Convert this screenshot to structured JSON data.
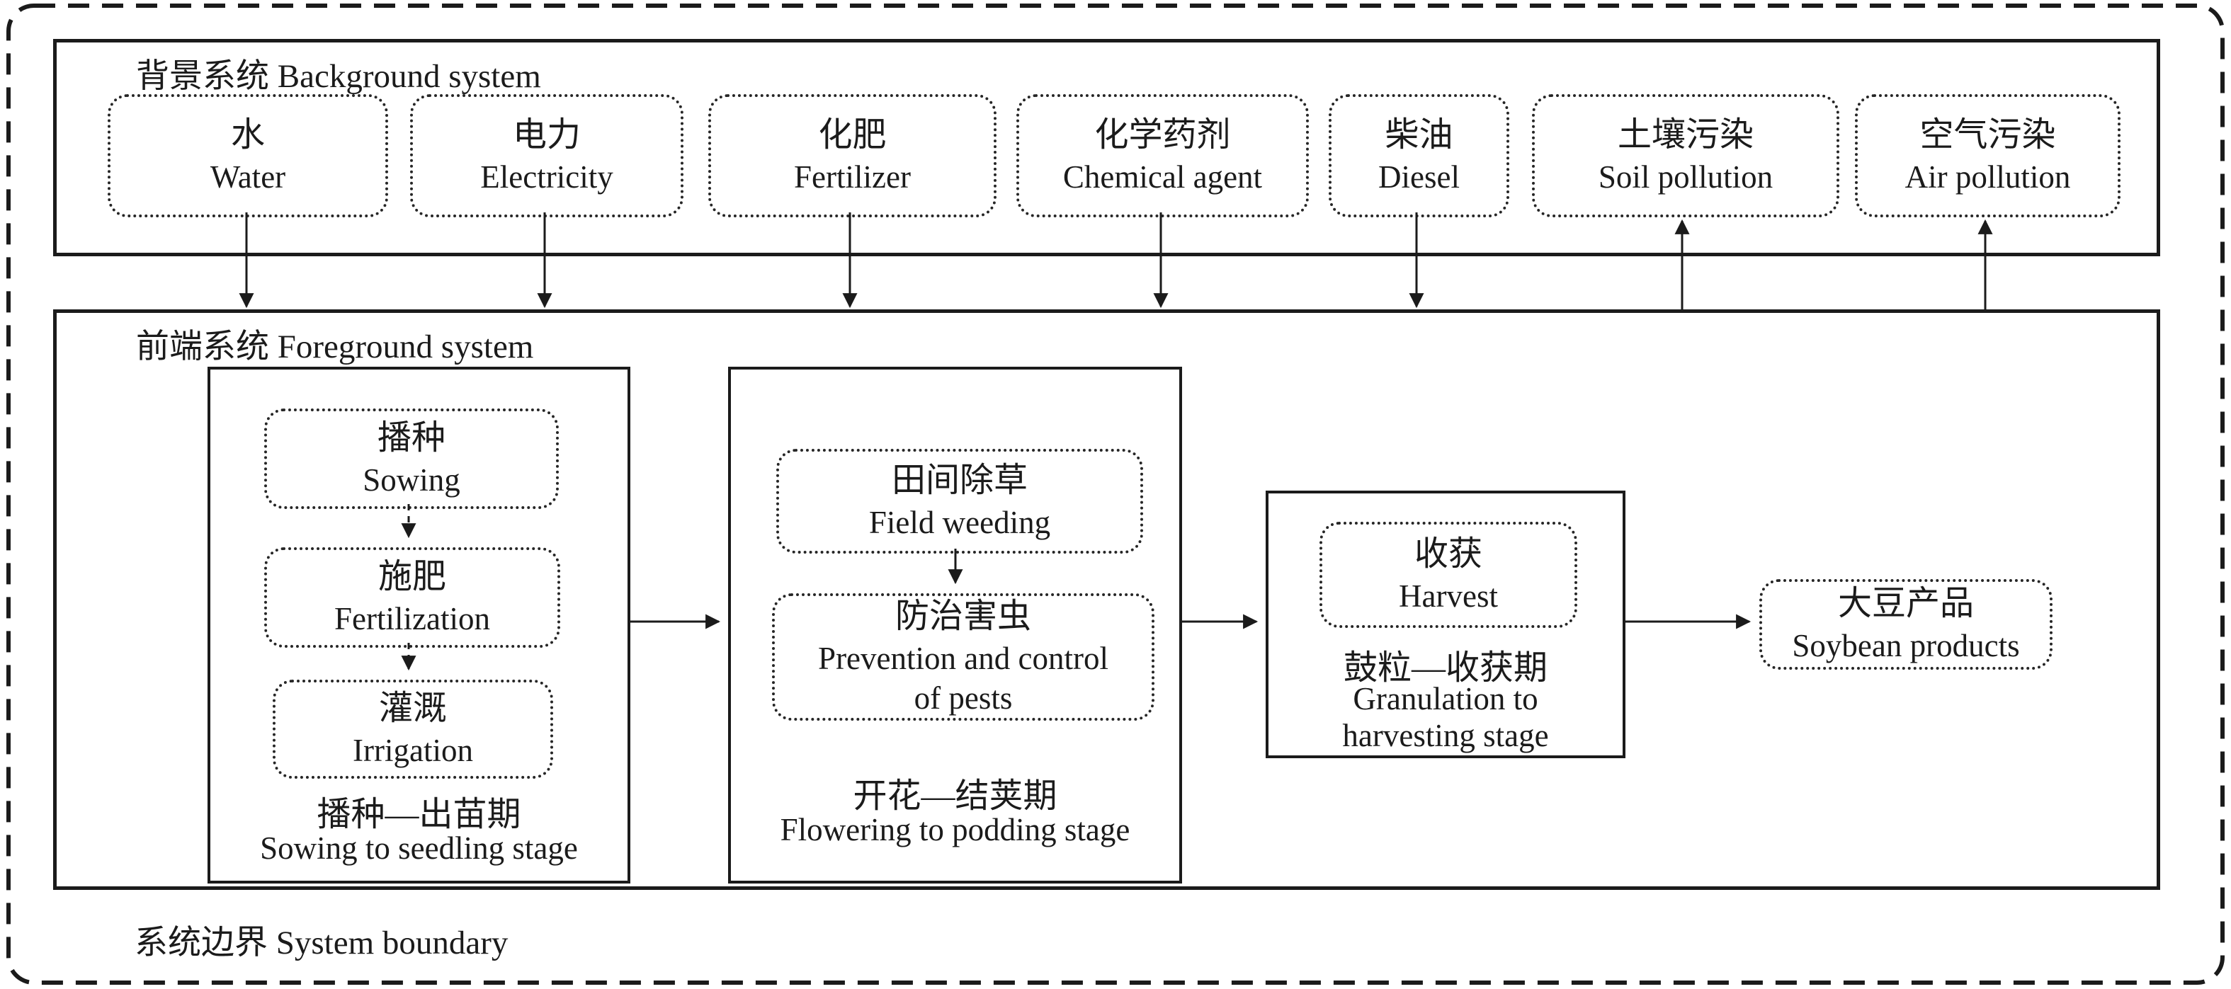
{
  "colors": {
    "ink": "#1b1b1b",
    "paper": "#ffffff"
  },
  "system_boundary": {
    "label": "系统边界 System boundary"
  },
  "background_system": {
    "title": "背景系统 Background system",
    "inputs": [
      {
        "zh": "水",
        "en": "Water"
      },
      {
        "zh": "电力",
        "en": "Electricity"
      },
      {
        "zh": "化肥",
        "en": "Fertilizer"
      },
      {
        "zh": "化学药剂",
        "en": "Chemical agent"
      },
      {
        "zh": "柴油",
        "en": "Diesel"
      }
    ],
    "outputs": [
      {
        "zh": "土壤污染",
        "en": "Soil pollution"
      },
      {
        "zh": "空气污染",
        "en": "Air pollution"
      }
    ]
  },
  "foreground_system": {
    "title": "前端系统 Foreground system",
    "stages": [
      {
        "name_zh": "播种—出苗期",
        "name_en": "Sowing to seedling stage",
        "steps": [
          {
            "zh": "播种",
            "en": "Sowing"
          },
          {
            "zh": "施肥",
            "en": "Fertilization"
          },
          {
            "zh": "灌溉",
            "en": "Irrigation"
          }
        ]
      },
      {
        "name_zh": "开花—结荚期",
        "name_en": "Flowering to podding stage",
        "steps": [
          {
            "zh": "田间除草",
            "en": "Field weeding"
          },
          {
            "zh": "防治害虫",
            "en": "Prevention and control of pests"
          }
        ]
      },
      {
        "name_zh": "鼓粒—收获期",
        "name_en": "Granulation to harvesting stage",
        "steps": [
          {
            "zh": "收获",
            "en": "Harvest"
          }
        ]
      }
    ],
    "product": {
      "zh": "大豆产品",
      "en": "Soybean products"
    }
  }
}
